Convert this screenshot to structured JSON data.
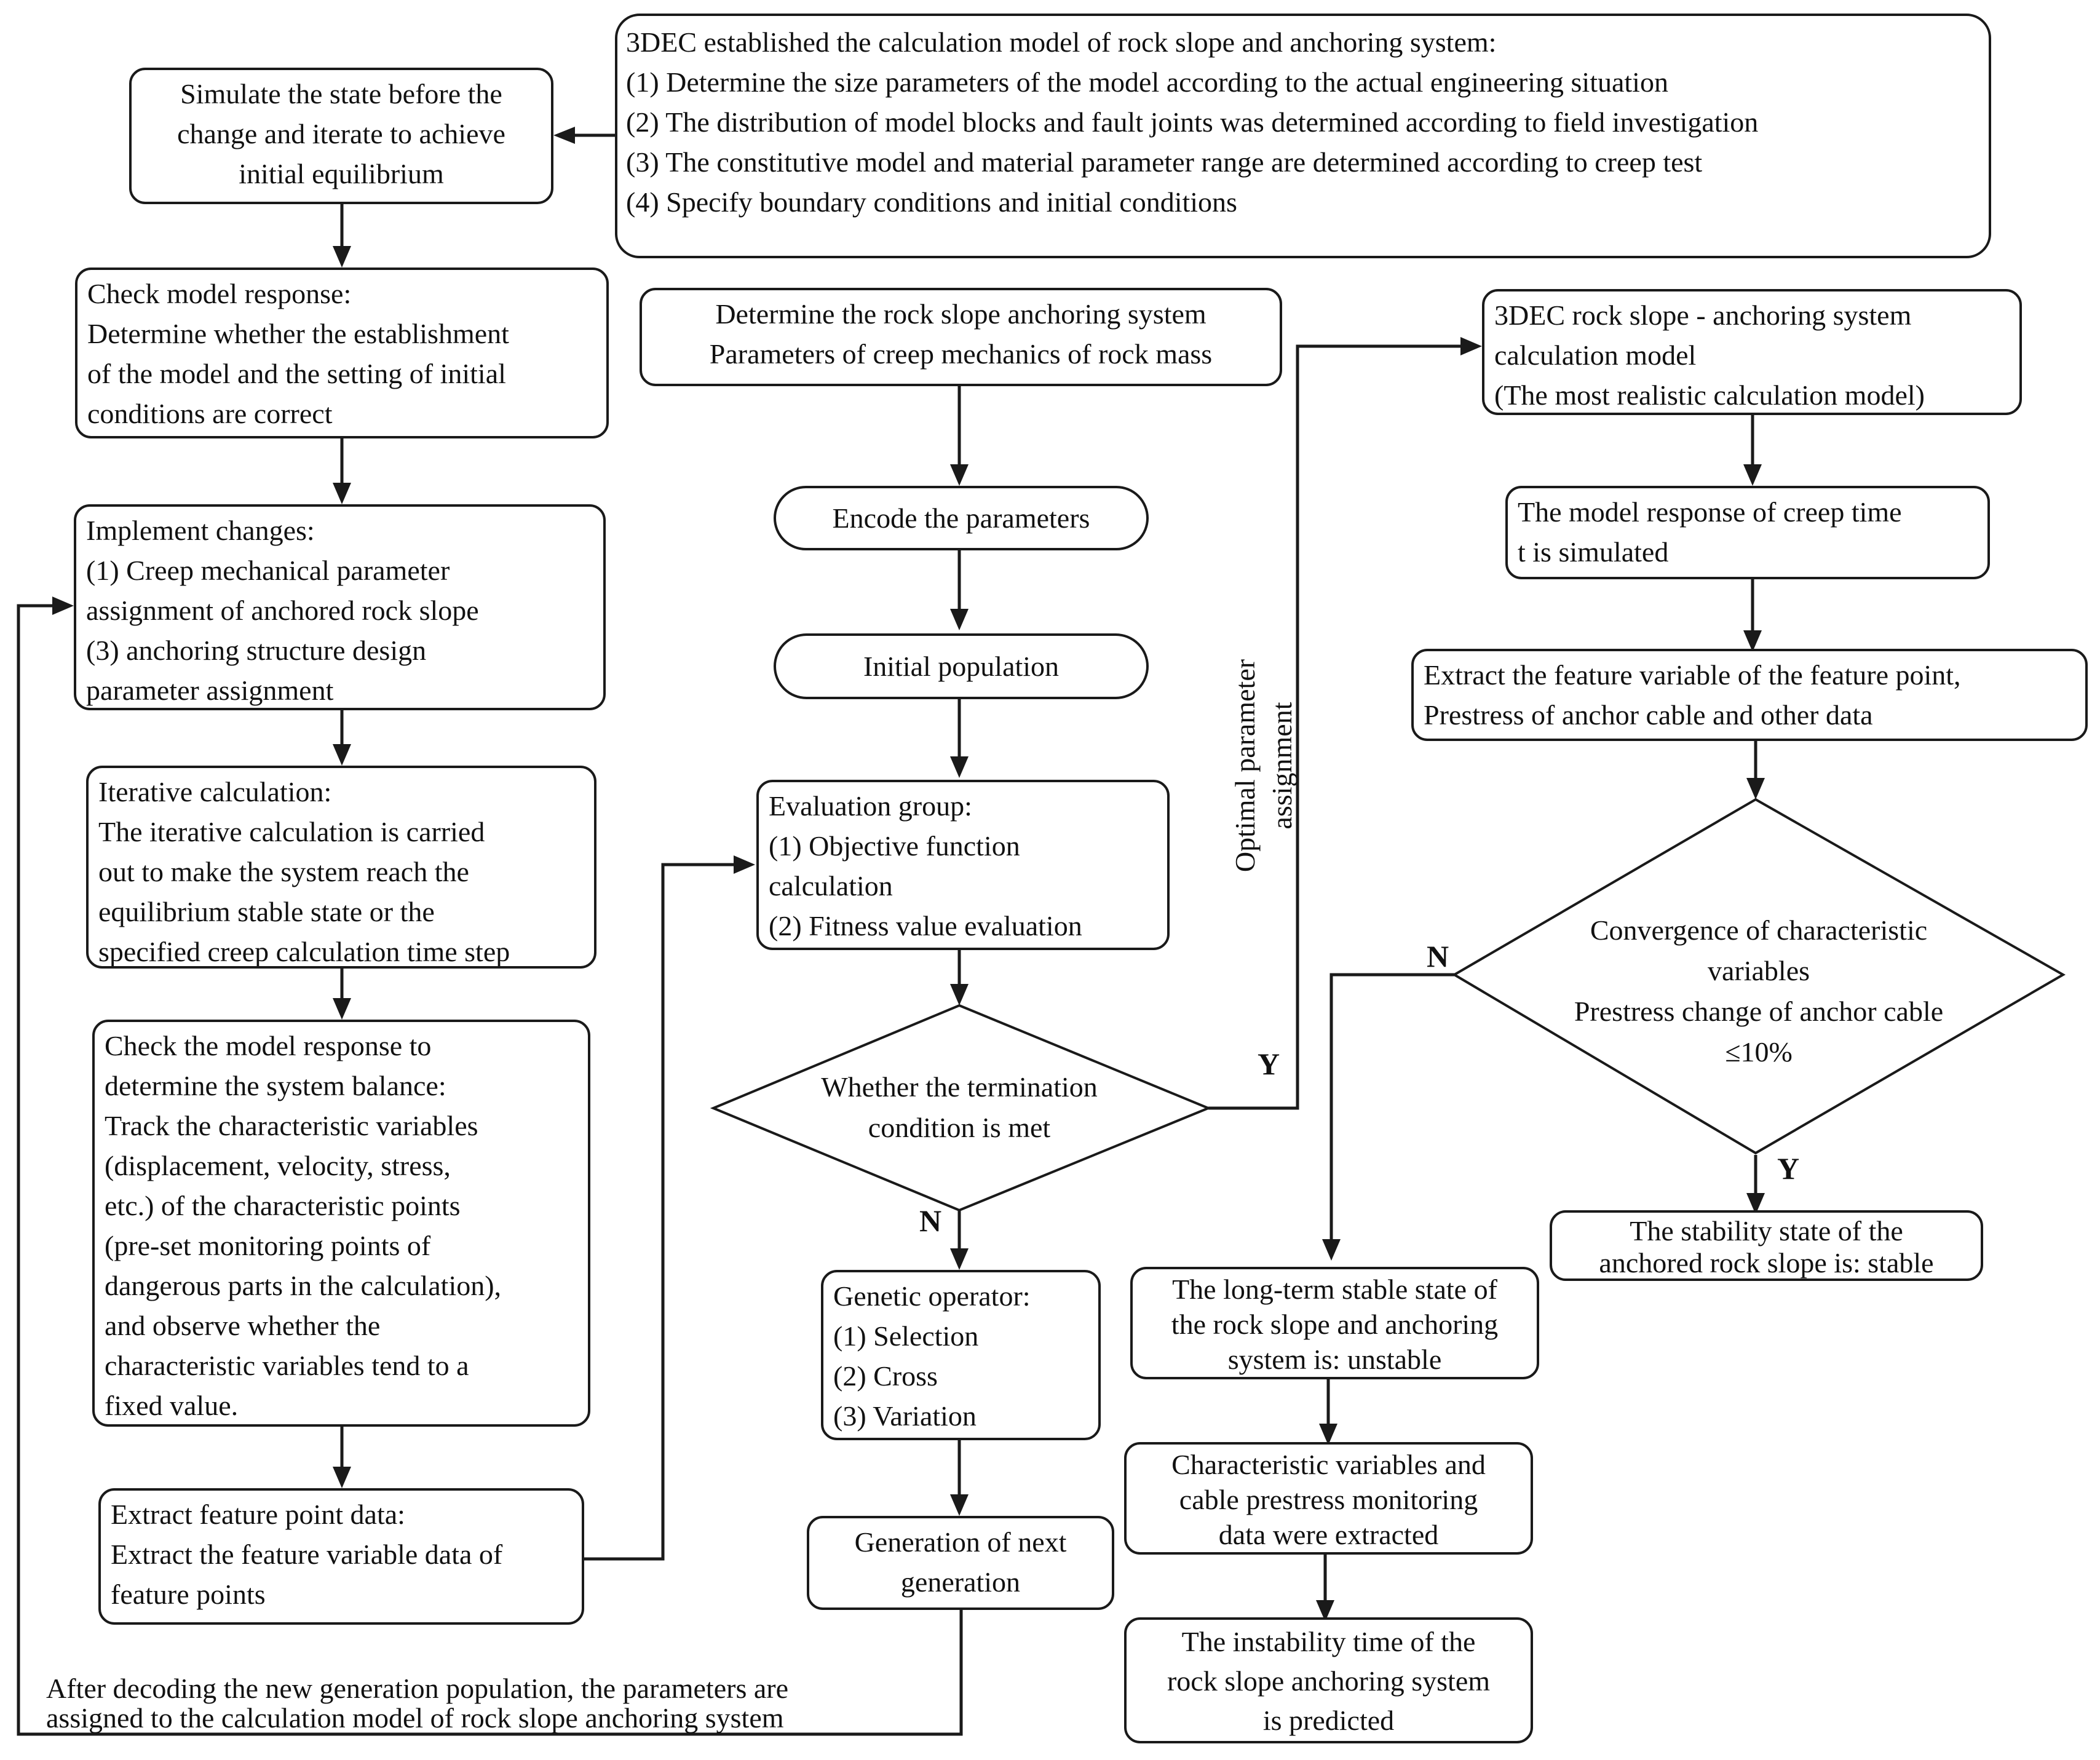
{
  "boxes": {
    "model_setup": {
      "title": "3DEC established the calculation model of rock slope and anchoring system:",
      "lines": [
        "(1) Determine the size parameters of the model according to the actual engineering situation",
        "(2) The distribution of model blocks and fault joints was determined according to field investigation",
        "(3) The constitutive model and material parameter range are determined according to creep test",
        "(4) Specify boundary conditions and initial conditions"
      ]
    },
    "simulate_state": {
      "lines": [
        "Simulate the state before the",
        "change and iterate to achieve",
        "initial equilibrium"
      ]
    },
    "check_model": {
      "lines": [
        "Check model response:",
        "Determine whether the establishment",
        "of the model and the setting of initial",
        "conditions are correct"
      ]
    },
    "implement_changes": {
      "lines": [
        "Implement changes:",
        "(1) Creep mechanical parameter",
        "assignment of anchored rock slope",
        "(3) anchoring structure design",
        "parameter assignment"
      ]
    },
    "iterative_calc": {
      "lines": [
        "Iterative calculation:",
        "The iterative calculation is carried",
        "out to make the system reach the",
        "equilibrium stable state or the",
        "specified creep calculation time step"
      ]
    },
    "check_balance": {
      "lines": [
        "Check the model response to",
        "determine the system balance:",
        "Track the characteristic variables",
        "(displacement, velocity, stress,",
        "etc.) of the characteristic points",
        "(pre-set monitoring points of",
        "dangerous parts in the calculation),",
        "and observe whether the",
        "characteristic variables tend to a",
        "fixed value."
      ]
    },
    "extract_feature": {
      "lines": [
        "Extract feature point data:",
        "Extract the feature variable data of",
        "feature points"
      ]
    },
    "determine_params": {
      "lines": [
        "Determine the rock slope anchoring system",
        "Parameters of creep mechanics of rock mass"
      ]
    },
    "encode": {
      "lines": [
        "Encode the parameters"
      ]
    },
    "initial_pop": {
      "lines": [
        "Initial population"
      ]
    },
    "evaluation": {
      "lines": [
        "Evaluation group:",
        "(1) Objective function",
        "calculation",
        "(2) Fitness value evaluation"
      ]
    },
    "genetic": {
      "lines": [
        "Genetic operator:",
        "(1) Selection",
        "(2) Cross",
        "(3) Variation"
      ]
    },
    "next_gen": {
      "lines": [
        "Generation of next",
        "generation"
      ]
    },
    "calc_model": {
      "lines": [
        "3DEC rock slope - anchoring system",
        "calculation model",
        "(The most realistic calculation model)"
      ]
    },
    "creep_response": {
      "lines": [
        "The model response of creep time",
        "t is simulated"
      ]
    },
    "extract_variable": {
      "lines": [
        "Extract the feature variable of the feature point,",
        "Prestress of anchor cable and other data"
      ]
    },
    "stable": {
      "lines": [
        "The stability state of the",
        "anchored rock slope is: stable"
      ]
    },
    "unstable": {
      "lines": [
        "The long-term stable state of",
        "the rock slope and anchoring",
        "system is: unstable"
      ]
    },
    "monitoring": {
      "lines": [
        "Characteristic variables and",
        "cable prestress monitoring",
        "data were extracted"
      ]
    },
    "instability": {
      "lines": [
        "The instability time of the",
        "rock slope anchoring system",
        "is predicted"
      ]
    }
  },
  "diamonds": {
    "termination": {
      "lines": [
        "Whether the termination",
        "condition is met"
      ]
    },
    "convergence": {
      "lines": [
        "Convergence of characteristic",
        "variables",
        "Prestress change of anchor cable",
        "≤10%"
      ]
    }
  },
  "labels": {
    "termination_yes": "Y",
    "termination_no": "N",
    "convergence_yes": "Y",
    "convergence_no": "N",
    "optimal_assignment": [
      "Optimal parameter",
      "assignment"
    ],
    "feedback_note": [
      "After decoding the new generation population, the parameters are",
      "assigned to the calculation model of rock slope anchoring system"
    ]
  },
  "colors": {
    "stroke": "#1a1a1a",
    "text": "#111111",
    "background": "#ffffff"
  }
}
